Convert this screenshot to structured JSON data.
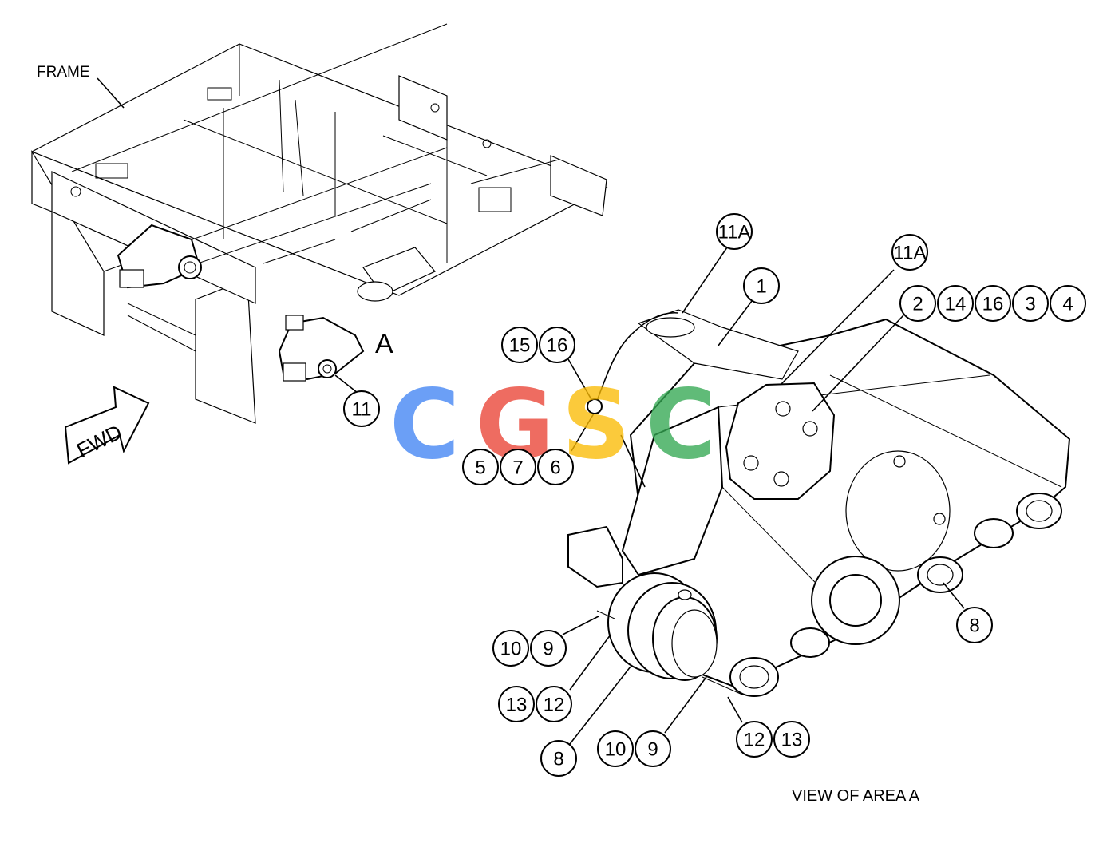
{
  "labels": {
    "frame": "FRAME",
    "area_marker": "A",
    "fwd": "FWD",
    "view_caption": "VIEW OF AREA A"
  },
  "callouts": {
    "c11a_top": "11A",
    "c1": "1",
    "c11a_right": "11A",
    "c2": "2",
    "c14": "14",
    "c16_right": "16",
    "c3": "3",
    "c4": "4",
    "c15": "15",
    "c16_left": "16",
    "c11": "11",
    "c5": "5",
    "c7": "7",
    "c6": "6",
    "c8_right": "8",
    "c10_left": "10",
    "c9_left": "9",
    "c13_left": "13",
    "c12_left": "12",
    "c8_bottom": "8",
    "c10_bottom": "10",
    "c9_bottom": "9",
    "c12_bottom": "12",
    "c13_bottom": "13"
  },
  "watermark": {
    "letters": [
      "C",
      "G",
      "S",
      "C"
    ],
    "colors": [
      "#4285F4",
      "#EA4335",
      "#FBBC05",
      "#34A853"
    ]
  }
}
